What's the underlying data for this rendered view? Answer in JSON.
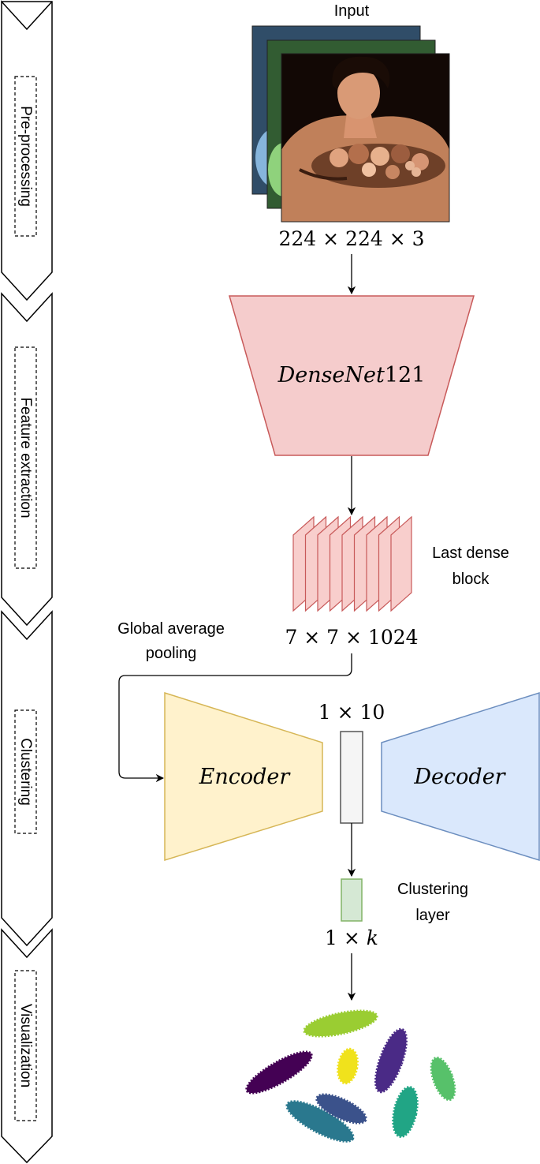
{
  "stages": [
    {
      "label": "Pre-processing"
    },
    {
      "label": "Feature extraction"
    },
    {
      "label": "Clustering"
    },
    {
      "label": "Visualization"
    }
  ],
  "input": {
    "title": "Input",
    "size": "224 × 224 × 3",
    "channel_colors": [
      "#4a7fb0",
      "#4f9a4e",
      "#c0805a"
    ]
  },
  "backbone": {
    "label_italic": "DenseNet",
    "label_num": "121",
    "fill": "#f5cccc",
    "stroke": "#c85a5a"
  },
  "dense_block": {
    "label_line1": "Last dense",
    "label_line2": "block",
    "size": "7 × 7 × 1024",
    "fill": "#f8cecc",
    "stroke": "#c85a5a"
  },
  "pooling": {
    "line1": "Global average",
    "line2": "pooling"
  },
  "autoencoder": {
    "encoder": "Encoder",
    "decoder": "Decoder",
    "latent_size": "1 × 10",
    "encoder_fill": "#fff2cc",
    "encoder_stroke": "#d6b656",
    "decoder_fill": "#dae8fc",
    "decoder_stroke": "#6c8ebf",
    "latent_fill": "#f5f5f5",
    "latent_stroke": "#555555"
  },
  "clustering_layer": {
    "label_line1": "Clustering",
    "label_line2": "layer",
    "size_prefix": "1 × ",
    "size_var": "k",
    "fill": "#d5e8d4",
    "stroke": "#82b366"
  },
  "visualization": {
    "cluster_colors": [
      "#9acd32",
      "#f0e21c",
      "#4a2a86",
      "#440154",
      "#57c16a",
      "#2a788e",
      "#21a585",
      "#3b528b",
      "#287c8e"
    ]
  }
}
